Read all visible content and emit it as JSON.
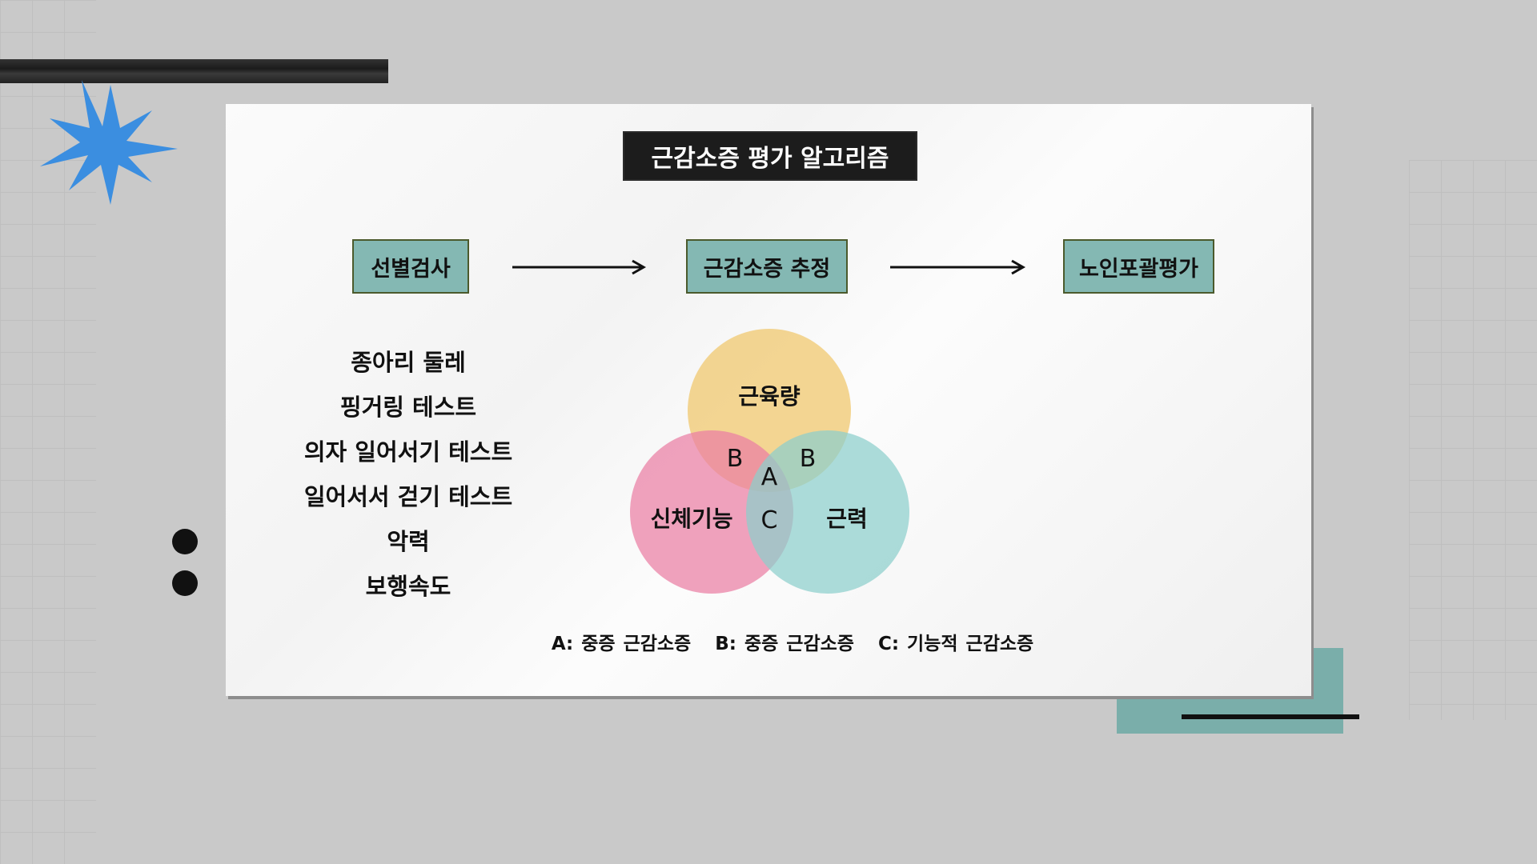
{
  "title": "근감소증 평가 알고리즘",
  "steps": [
    "선별검사",
    "근감소증 추정",
    "노인포괄평가"
  ],
  "screening_tests": [
    "종아리 둘레",
    "핑거링 테스트",
    "의자 일어서기 테스트",
    "일어서서 걷기 테스트",
    "악력",
    "보행속도"
  ],
  "venn": {
    "circles": [
      {
        "label": "근육량",
        "color": "#f0c66a"
      },
      {
        "label": "신체기능",
        "color": "#ea7ea3"
      },
      {
        "label": "근력",
        "color": "#8ccfcc"
      }
    ],
    "regions": {
      "b_left": "B",
      "b_right": "B",
      "a_center": "A",
      "c_bottom": "C"
    }
  },
  "legend": [
    "A: 중증 근감소증",
    "B: 중증 근감소증",
    "C: 기능적 근감소증"
  ],
  "colors": {
    "accent_teal": "#84b8b3",
    "star_blue": "#3b8ee0"
  }
}
